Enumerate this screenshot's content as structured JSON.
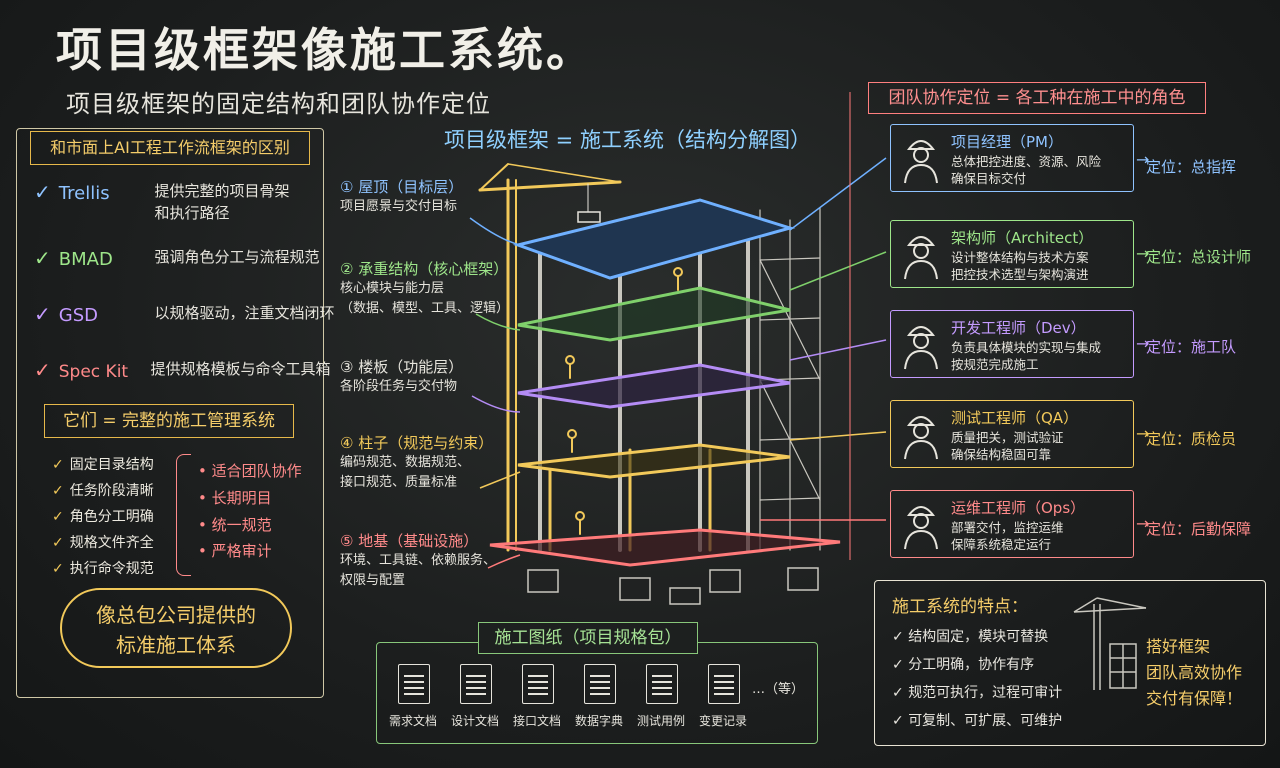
{
  "title": "项目级框架像施工系统。",
  "subtitle": "项目级框架的固定结构和团队协作定位",
  "center_title": "项目级框架 = 施工系统（结构分解图）",
  "left_panel": {
    "title": "和市面上AI工程工作流框架的区别",
    "frameworks": [
      {
        "name": "Trellis",
        "desc": "提供完整的项目骨架\n和执行路径",
        "color": "#8fc3ff"
      },
      {
        "name": "BMAD",
        "desc": "强调角色分工与流程规范",
        "color": "#9ee68a"
      },
      {
        "name": "GSD",
        "desc": "以规格驱动，注重文档闭环",
        "color": "#c49bff"
      },
      {
        "name": "Spec Kit",
        "desc": "提供规格模板与命令工具箱",
        "color": "#ff8a8a"
      }
    ],
    "summary": "它们 = 完整的施工管理系统",
    "features": [
      "固定目录结构",
      "任务阶段清晰",
      "角色分工明确",
      "规格文件齐全",
      "执行命令规范"
    ],
    "advantages": [
      "适合团队协作",
      "长期明目",
      "统一规范",
      "严格审计"
    ],
    "cloud": [
      "像总包公司提供的",
      "标准施工体系"
    ]
  },
  "layers": [
    {
      "title": "① 屋顶（目标层）",
      "desc": [
        "项目愿景与交付目标"
      ],
      "color": "#8fc3ff"
    },
    {
      "title": "② 承重结构（核心框架）",
      "desc": [
        "核心模块与能力层",
        "（数据、模型、工具、逻辑）"
      ],
      "color": "#9ee68a"
    },
    {
      "title": "③ 楼板（功能层）",
      "desc": [
        "各阶段任务与交付物"
      ],
      "color": "#e6e4dc"
    },
    {
      "title": "④ 柱子（规范与约束）",
      "desc": [
        "编码规范、数据规范、",
        "接口规范、质量标准"
      ],
      "color": "#f2c95a"
    },
    {
      "title": "⑤ 地基（基础设施）",
      "desc": [
        "环境、工具链、依赖服务、",
        "权限与配置"
      ],
      "color": "#ff8a8a"
    }
  ],
  "team": {
    "title": "团队协作定位 = 各工种在施工中的角色",
    "roles": [
      {
        "name": "项目经理（PM）",
        "desc": [
          "总体把控进度、资源、风险",
          "确保目标交付"
        ],
        "position": "定位：总指挥",
        "color": "#8fc3ff"
      },
      {
        "name": "架构师（Architect）",
        "desc": [
          "设计整体结构与技术方案",
          "把控技术选型与架构演进"
        ],
        "position": "定位：总设计师",
        "color": "#9ee68a"
      },
      {
        "name": "开发工程师（Dev）",
        "desc": [
          "负责具体模块的实现与集成",
          "按规范完成施工"
        ],
        "position": "定位：施工队",
        "color": "#c49bff"
      },
      {
        "name": "测试工程师（QA）",
        "desc": [
          "质量把关，测试验证",
          "确保结构稳固可靠"
        ],
        "position": "定位：质检员",
        "color": "#f2c95a"
      },
      {
        "name": "运维工程师（Ops）",
        "desc": [
          "部署交付，监控运维",
          "保障系统稳定运行"
        ],
        "position": "定位：后勤保障",
        "color": "#ff8a8a"
      }
    ]
  },
  "plans": {
    "title": "施工图纸（项目规格包）",
    "docs": [
      "需求文档",
      "设计文档",
      "接口文档",
      "数据字典",
      "测试用例",
      "变更记录"
    ],
    "etc": "…（等）"
  },
  "features_panel": {
    "title": "施工系统的特点：",
    "items": [
      "结构固定，模块可替换",
      "分工明确，协作有序",
      "规范可执行，过程可审计",
      "可复制、可扩展、可维护"
    ],
    "slogan": [
      "搭好框架",
      "团队高效协作",
      "交付有保障！"
    ]
  }
}
